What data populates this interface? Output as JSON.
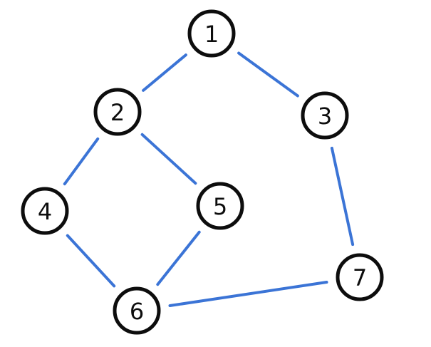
{
  "diagram": {
    "nodes": [
      {
        "id": "1",
        "label": "1"
      },
      {
        "id": "2",
        "label": "2"
      },
      {
        "id": "3",
        "label": "3"
      },
      {
        "id": "4",
        "label": "4"
      },
      {
        "id": "5",
        "label": "5"
      },
      {
        "id": "6",
        "label": "6"
      },
      {
        "id": "7",
        "label": "7"
      }
    ],
    "edges": [
      {
        "from": "1",
        "to": "2"
      },
      {
        "from": "1",
        "to": "3"
      },
      {
        "from": "2",
        "to": "4"
      },
      {
        "from": "2",
        "to": "5"
      },
      {
        "from": "3",
        "to": "7"
      },
      {
        "from": "4",
        "to": "6"
      },
      {
        "from": "5",
        "to": "6"
      },
      {
        "from": "6",
        "to": "7"
      }
    ],
    "colors": {
      "edge": "#3b74d6",
      "node_stroke": "#0d0d0d",
      "node_fill": "#ffffff"
    }
  }
}
